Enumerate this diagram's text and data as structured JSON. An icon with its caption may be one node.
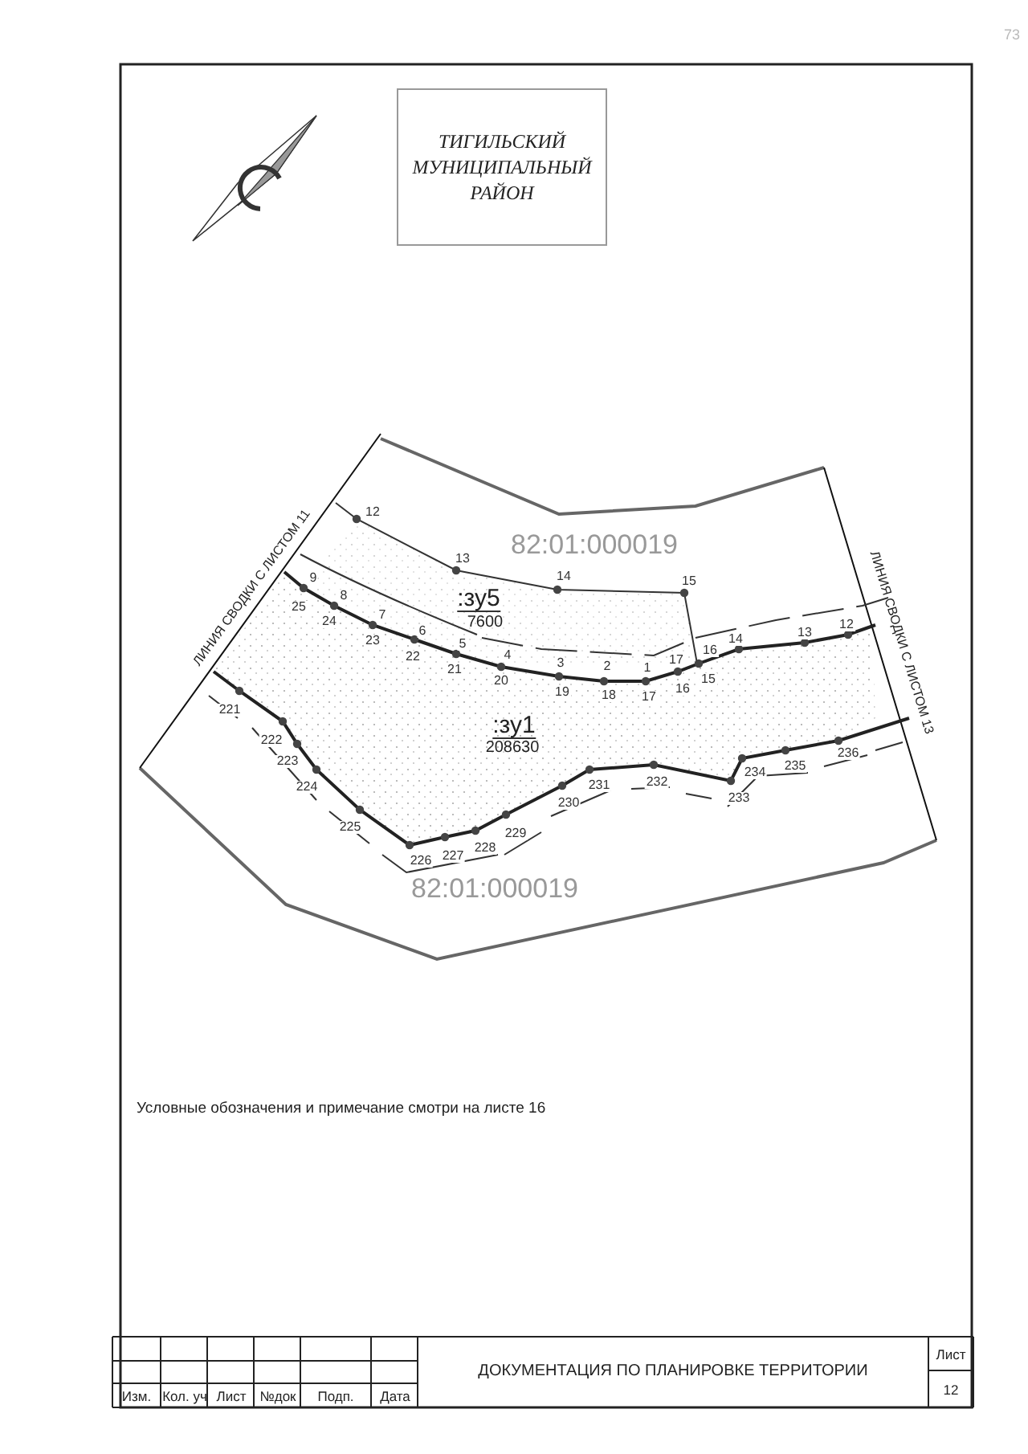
{
  "diagram": {
    "nodes": [
      {
        "text": [
          "ТИГИЛЬСКИЙ МУНИЦИПАЛЬНЫЙ РАЙОН"
        ]
      }
    ],
    "labels": [
      "73",
      "12",
      "82:01:000019",
      "13",
      "14",
      "15",
      "ЛИНИЯ СВОДКИ С ЛИСТОМ 11",
      "9",
      ":зу5",
      "25",
      "7600",
      "8",
      "24",
      "7",
      "23",
      "6",
      "22",
      "5",
      "21",
      "4",
      "20",
      "3",
      "19",
      "2",
      "18",
      "1",
      "17",
      "17",
      "16",
      "16",
      "15",
      "14",
      "13",
      "12",
      "ЛИНИЯ СВОДКИ С ЛИСТОМ 13",
      "221",
      ":зу1",
      "208630",
      "222",
      "223",
      "224",
      "225",
      "226",
      "227",
      "228",
      "229",
      "230",
      "231",
      "232",
      "233",
      "234",
      "235",
      "236",
      "82:01:000019",
      "Условные обозначения и примечание смотри на листе 16",
      "Изм.",
      "Кол. уч",
      "Лист",
      "№док",
      "Подп.",
      "Дата",
      "ДОКУМЕНТАЦИЯ ПО ПЛАНИРОВКЕ ТЕРРИТОРИИ",
      "Лист",
      "12"
    ]
  }
}
